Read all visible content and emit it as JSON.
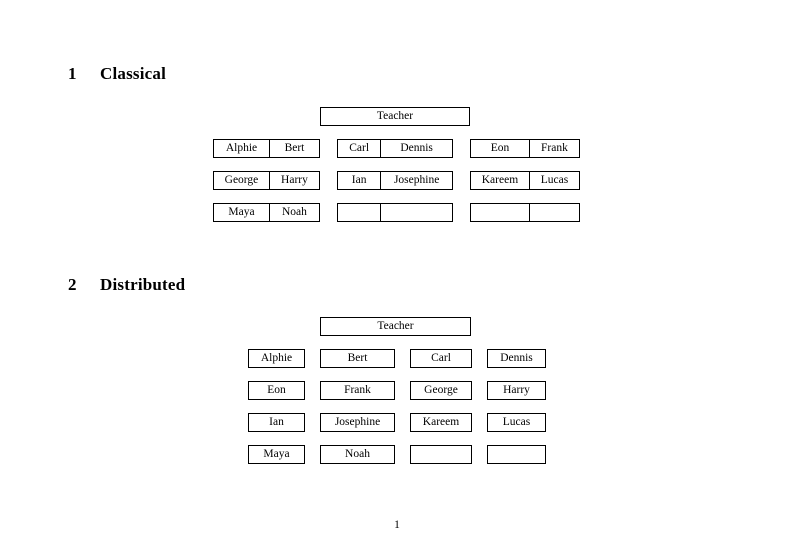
{
  "document": {
    "page_number": "1",
    "sections": [
      {
        "number": "1",
        "title": "Classical",
        "teacher": {
          "label": "Teacher"
        },
        "layout": "grouped-pairs",
        "groups": [
          {
            "rows": [
              [
                "Alphie",
                "Bert"
              ],
              [
                "George",
                "Harry"
              ],
              [
                "Maya",
                "Noah"
              ]
            ]
          },
          {
            "rows": [
              [
                "Carl",
                "Dennis"
              ],
              [
                "Ian",
                "Josephine"
              ],
              [
                "",
                ""
              ]
            ]
          },
          {
            "rows": [
              [
                "Eon",
                "Frank"
              ],
              [
                "Kareem",
                "Lucas"
              ],
              [
                "",
                ""
              ]
            ]
          }
        ]
      },
      {
        "number": "2",
        "title": "Distributed",
        "teacher": {
          "label": "Teacher"
        },
        "layout": "individual-boxes",
        "rows": [
          [
            "Alphie",
            "Bert",
            "Carl",
            "Dennis"
          ],
          [
            "Eon",
            "Frank",
            "George",
            "Harry"
          ],
          [
            "Ian",
            "Josephine",
            "Kareem",
            "Lucas"
          ],
          [
            "Maya",
            "Noah",
            "",
            ""
          ]
        ]
      }
    ]
  }
}
